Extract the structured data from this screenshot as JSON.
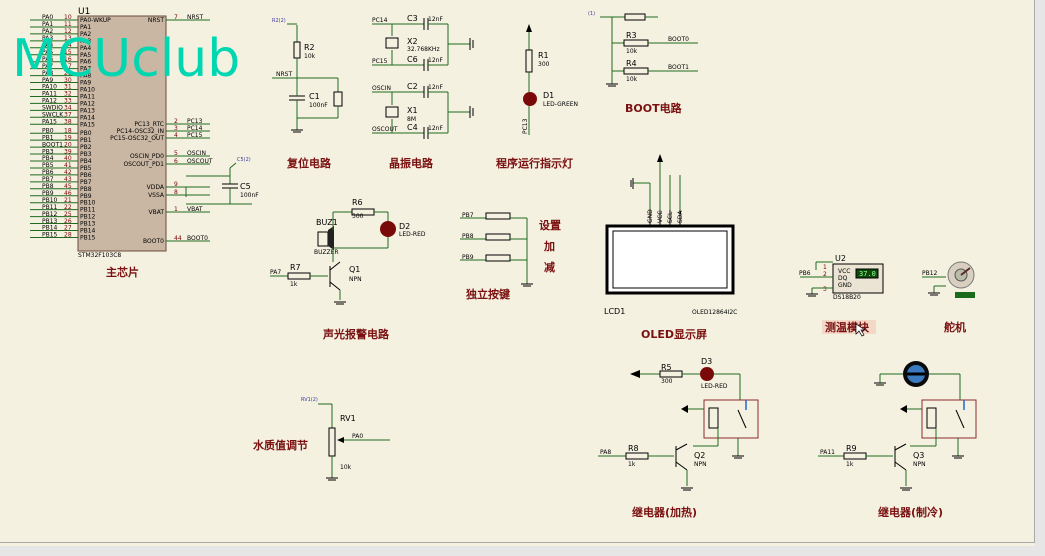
{
  "watermark": "MCUclub",
  "mcu": {
    "ref": "U1",
    "part": "STM32F103C8",
    "left_nets": [
      "PA0",
      "PA1",
      "PA2",
      "PA3",
      "PA4",
      "PA5",
      "PA6",
      "PA7",
      "PA8",
      "PA9",
      "PA10",
      "PA11",
      "PA12",
      "SWDIO",
      "SWCLK",
      "PA15",
      "PB0",
      "PB1",
      "BOOT1",
      "PB3",
      "PB4",
      "PB5",
      "PB6",
      "PB7",
      "PB8",
      "PB9",
      "PB10",
      "PB11",
      "PB12",
      "PB13",
      "PB14",
      "PB15"
    ],
    "left_pins": [
      "10",
      "11",
      "12",
      "13",
      "14",
      "15",
      "16",
      "17",
      "29",
      "30",
      "31",
      "32",
      "33",
      "34",
      "37",
      "38",
      "18",
      "19",
      "20",
      "39",
      "40",
      "41",
      "42",
      "43",
      "45",
      "46",
      "21",
      "22",
      "25",
      "26",
      "27",
      "28"
    ],
    "inner_left": [
      "PA0-WKUP",
      "PA1",
      "PA2",
      "PA3",
      "PA4",
      "PA5",
      "PA6",
      "PA7",
      "PA8",
      "PA9",
      "PA10",
      "PA11",
      "PA12",
      "PA13",
      "PA14",
      "PA15",
      "PB0",
      "PB1",
      "PB2",
      "PB3",
      "PB4",
      "PB5",
      "PB6",
      "PB7",
      "PB8",
      "PB9",
      "PB10",
      "PB11",
      "PB12",
      "PB13",
      "PB14",
      "PB15"
    ],
    "right_pins": [
      {
        "pin": "7",
        "inner": "NRST",
        "net": "NRST"
      },
      {
        "pin": "2",
        "inner": "PC13_RTC",
        "net": "PC13"
      },
      {
        "pin": "3",
        "inner": "PC14-OSC32_IN",
        "net": "PC14"
      },
      {
        "pin": "4",
        "inner": "PC15-OSC32_OUT",
        "net": "PC15"
      },
      {
        "pin": "5",
        "inner": "OSCIN_PD0",
        "net": "OSCIN"
      },
      {
        "pin": "6",
        "inner": "OSCOUT_PD1",
        "net": "OSCOUT"
      },
      {
        "pin": "9",
        "inner": "VDDA",
        "net": ""
      },
      {
        "pin": "8",
        "inner": "VSSA",
        "net": ""
      },
      {
        "pin": "1",
        "inner": "VBAT",
        "net": "VBAT"
      },
      {
        "pin": "44",
        "inner": "BOOT0",
        "net": "BOOT0"
      }
    ],
    "c5": {
      "ref": "C5",
      "value": "100nF",
      "net": "C5(2)"
    }
  },
  "titles": {
    "main_chip": "主芯片",
    "reset": "复位电路",
    "crystal": "晶振电路",
    "run_led": "程序运行指示灯",
    "boot": "BOOT电路",
    "alarm": "声光报警电路",
    "keys": "独立按键",
    "oled": "OLED显示屏",
    "temp": "测温模块",
    "servo": "舵机",
    "water": "水质值调节",
    "relay_heat": "继电器(加热)",
    "relay_cool": "继电器(制冷)",
    "key_set": "设置",
    "key_add": "加",
    "key_sub": "减"
  },
  "reset_ckt": {
    "r_ref": "R2",
    "r_val": "10k",
    "c_ref": "C1",
    "c_val": "100nF",
    "net": "NRST",
    "probe": "R2(2)"
  },
  "crystal_ckt": {
    "c3": "C3",
    "c3v": "12nF",
    "c6": "C6",
    "c6v": "12nF",
    "x2": "X2",
    "x2v": "32.768KHz",
    "c2": "C2",
    "c2v": "12nF",
    "c4": "C4",
    "c4v": "12nF",
    "x1": "X1",
    "x1v": "8M",
    "n1": "PC14",
    "n2": "PC15",
    "n3": "OSCIN",
    "n4": "OSCOUT"
  },
  "run_led_ckt": {
    "r_ref": "R1",
    "r_val": "300",
    "d_ref": "D1",
    "d_val": "LED-GREEN",
    "net": "PC13"
  },
  "boot_ckt": {
    "r3": "R3",
    "r3v": "10k",
    "r4": "R4",
    "r4v": "10k",
    "n1": "BOOT0",
    "n2": "BOOT1",
    "probe": "(1)"
  },
  "alarm_ckt": {
    "buz": "BUZ1",
    "buz_val": "BUZZER",
    "r6": "R6",
    "r6v": "300",
    "d2": "D2",
    "d2v": "LED-RED",
    "q1": "Q1",
    "q1v": "NPN",
    "r7": "R7",
    "r7v": "1k",
    "net": "PA7"
  },
  "keys_ckt": {
    "nets": [
      "PB7",
      "PB8",
      "PB9"
    ]
  },
  "oled_ckt": {
    "ref": "LCD1",
    "part": "OLED12864I2C",
    "pins": [
      "GND",
      "VCC",
      "SCL",
      "SDA"
    ]
  },
  "temp_ckt": {
    "ref": "U2",
    "part": "DS18B20",
    "reading": "37.0",
    "pins": [
      "VCC",
      "DQ",
      "GND"
    ],
    "net": "PB6",
    "pin_nums": [
      "1",
      "2",
      "3"
    ]
  },
  "servo_ckt": {
    "net": "PB12"
  },
  "water_ckt": {
    "ref": "RV1",
    "value": "10k",
    "net": "PA0",
    "probe": "RV1(2)"
  },
  "heat_ckt": {
    "r5": "R5",
    "r5v": "300",
    "d3": "D3",
    "d3v": "LED-RED",
    "r8": "R8",
    "r8v": "1k",
    "q2": "Q2",
    "q2v": "NPN",
    "net": "PA8"
  },
  "cool_ckt": {
    "r9": "R9",
    "r9v": "1k",
    "q3": "Q3",
    "q3v": "NPN",
    "net": "PA11"
  },
  "colors": {
    "wire": "#1f6a1f",
    "title": "#7a1010",
    "background": "#f4f1e1",
    "watermark": "#00d6b0",
    "led_red": "#8b0000"
  }
}
